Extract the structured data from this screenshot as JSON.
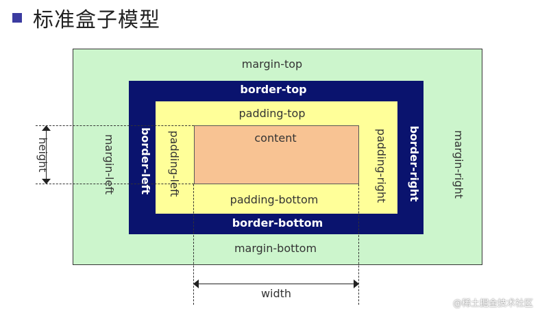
{
  "title": "标准盒子模型",
  "margin": {
    "top": "margin-top",
    "bottom": "margin-bottom",
    "left": "margin-left",
    "right": "margin-right"
  },
  "border": {
    "top": "border-top",
    "bottom": "border-bottom",
    "left": "border-left",
    "right": "border-right"
  },
  "padding": {
    "top": "padding-top",
    "bottom": "padding-bottom",
    "left": "padding-left",
    "right": "padding-right"
  },
  "content": "content",
  "dimensions": {
    "height": "height",
    "width": "width"
  },
  "watermark": "@稀土掘金技术社区",
  "colors": {
    "margin": "#ccf5cc",
    "border": "#0a136e",
    "padding": "#ffff99",
    "content": "#f8c393",
    "bullet": "#3b3ba0"
  }
}
